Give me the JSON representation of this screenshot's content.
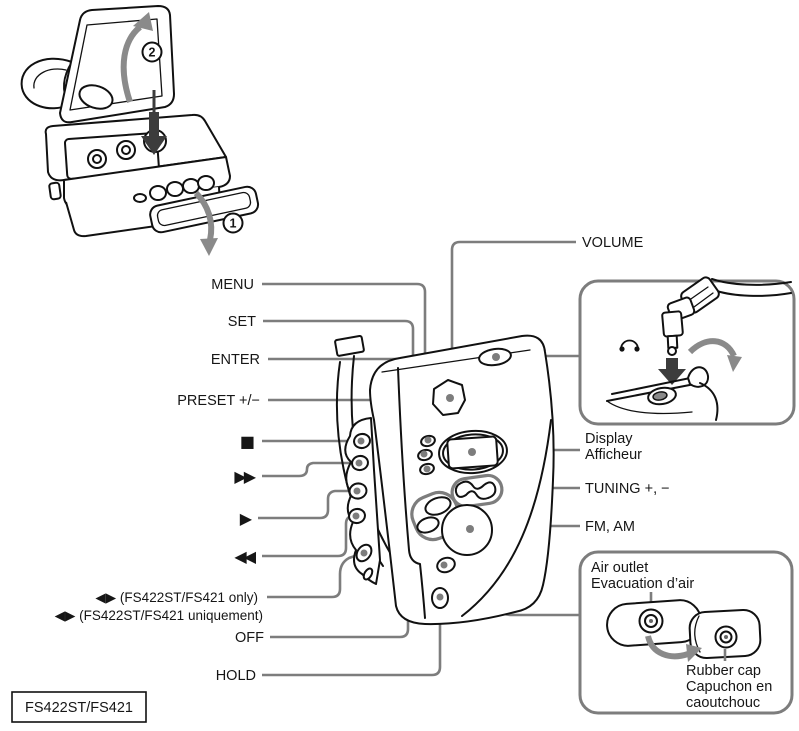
{
  "figure": {
    "model": "FS422ST/FS421"
  },
  "steps": {
    "one": "1",
    "two": "2"
  },
  "labels": {
    "volume": "VOLUME",
    "menu": "MENU",
    "set": "SET",
    "enter": "ENTER",
    "preset": "PRESET +/−",
    "stop": "■",
    "fast_forward": "▶▶",
    "play": "▶",
    "rewind": "◀◀",
    "cue_en": "◀▶ (FS422ST/FS421 only)",
    "cue_fr": "◀▶ (FS422ST/FS421 uniquement)",
    "off": "OFF",
    "hold": "HOLD",
    "display_en": "Display",
    "display_fr": "Afficheur",
    "tuning": "TUNING +, −",
    "band": "FM, AM"
  },
  "insets": {
    "air_outlet": {
      "title_en": "Air outlet",
      "title_fr": "Evacuation d’air",
      "cap_line1": "Rubber cap",
      "cap_line2": "Capuchon en",
      "cap_line3": "caoutchouc"
    }
  },
  "colors": {
    "ink": "#111111",
    "callout_gray": "#7d7d7d",
    "arrow_gray": "#8a8a8a",
    "background": "#ffffff"
  }
}
